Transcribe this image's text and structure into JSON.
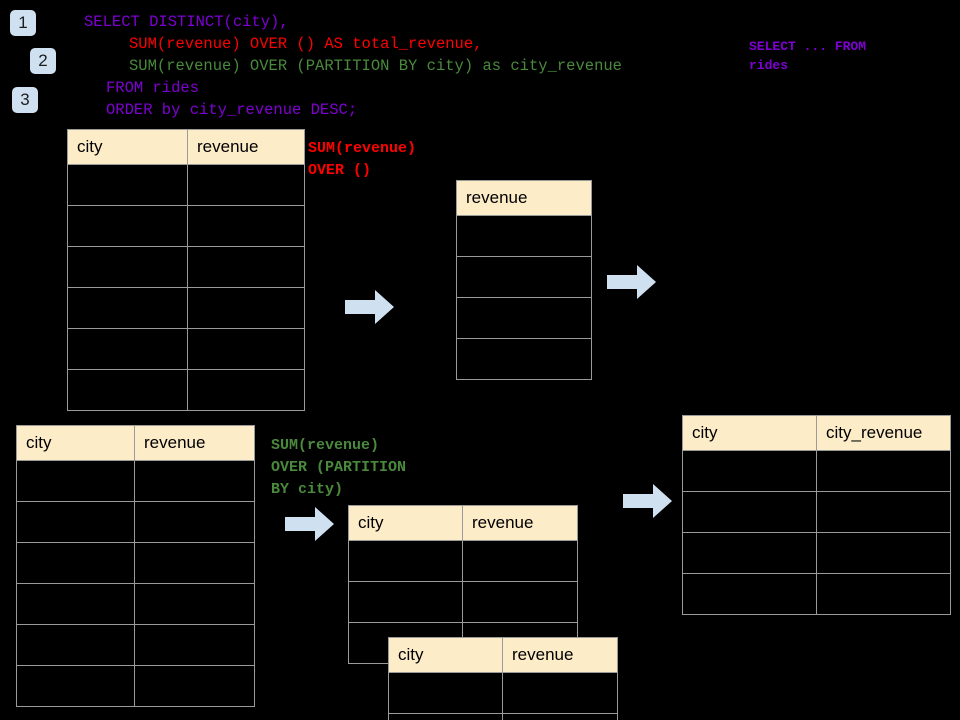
{
  "meta": {
    "bg_color": "#000000",
    "header_fill": "#fdecc8",
    "grid_color": "#9a9a9a",
    "badge_fill": "#cfe0f0",
    "arrow_fill": "#cfe0f0",
    "purple": "#7f00d4",
    "red": "#ff0000",
    "green": "#4a8a3c"
  },
  "badges": [
    {
      "label": "1"
    },
    {
      "label": "2"
    },
    {
      "label": "3"
    }
  ],
  "query": {
    "line1": "SELECT DISTINCT(city),",
    "line2": "SUM(revenue) OVER () AS total_revenue,",
    "line3": "SUM(revenue) OVER (PARTITION BY city) as city_revenue",
    "line4": "FROM rides",
    "line5": "ORDER by city_revenue DESC;"
  },
  "side_note": {
    "line1": "SELECT ... FROM",
    "line2": "rides"
  },
  "annotations": {
    "total_revenue": {
      "line1": "SUM(revenue)",
      "line2": "OVER ()"
    },
    "city_revenue": {
      "line1": "SUM(revenue)",
      "line2": "OVER (PARTITION",
      "line3": "BY city)"
    }
  },
  "tables": {
    "source_top": {
      "name": "rides-source-top",
      "columns": [
        "city",
        "revenue"
      ],
      "rows": [
        [
          "",
          ""
        ],
        [
          "",
          ""
        ],
        [
          "",
          ""
        ],
        [
          "",
          ""
        ],
        [
          "",
          ""
        ],
        [
          "",
          ""
        ]
      ]
    },
    "total_revenue": {
      "name": "total-revenue",
      "columns": [
        "revenue"
      ],
      "rows": [
        [
          ""
        ],
        [
          ""
        ],
        [
          ""
        ],
        [
          ""
        ]
      ]
    },
    "source_bottom": {
      "name": "rides-source-bottom",
      "columns": [
        "city",
        "revenue"
      ],
      "rows": [
        [
          "",
          ""
        ],
        [
          "",
          ""
        ],
        [
          "",
          ""
        ],
        [
          "",
          ""
        ],
        [
          "",
          ""
        ],
        [
          "",
          ""
        ]
      ]
    },
    "partition_back": {
      "name": "partition-group-back",
      "columns": [
        "city",
        "revenue"
      ],
      "rows": [
        [
          "",
          ""
        ],
        [
          "",
          ""
        ],
        [
          "",
          ""
        ]
      ]
    },
    "partition_front": {
      "name": "partition-group-front",
      "columns": [
        "city",
        "revenue"
      ],
      "rows": [
        [
          "",
          ""
        ],
        [
          "",
          ""
        ]
      ]
    },
    "result": {
      "name": "final-result",
      "columns": [
        "city",
        "city_revenue"
      ],
      "rows": [
        [
          "",
          ""
        ],
        [
          "",
          ""
        ],
        [
          "",
          ""
        ],
        [
          "",
          ""
        ]
      ]
    }
  }
}
